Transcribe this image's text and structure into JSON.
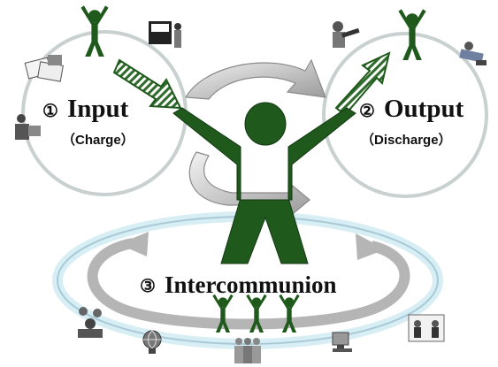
{
  "diagram": {
    "input": {
      "number": "①",
      "label": "Input",
      "sub": "（Charge）"
    },
    "output": {
      "number": "②",
      "label": "Output",
      "sub": "（Discharge）"
    },
    "intercommunion": {
      "number": "③",
      "label": "Intercommunion"
    }
  },
  "colors": {
    "figure_green": "#1f5a1c",
    "circle_stroke": "#c8d0d0",
    "ellipse_glow": "#bfe3ee",
    "ellipse_arrow": "#b8b8b8",
    "arrow_fill": "#d6d6d6"
  },
  "icons": [
    "person-figure-icon",
    "presenter-board-icon",
    "documents-icon",
    "computer-user-icon",
    "telescope-user-icon",
    "flying-person-icon",
    "group-people-icon",
    "globe-icon",
    "crowd-icon",
    "computer-desk-icon",
    "meeting-people-icon"
  ]
}
